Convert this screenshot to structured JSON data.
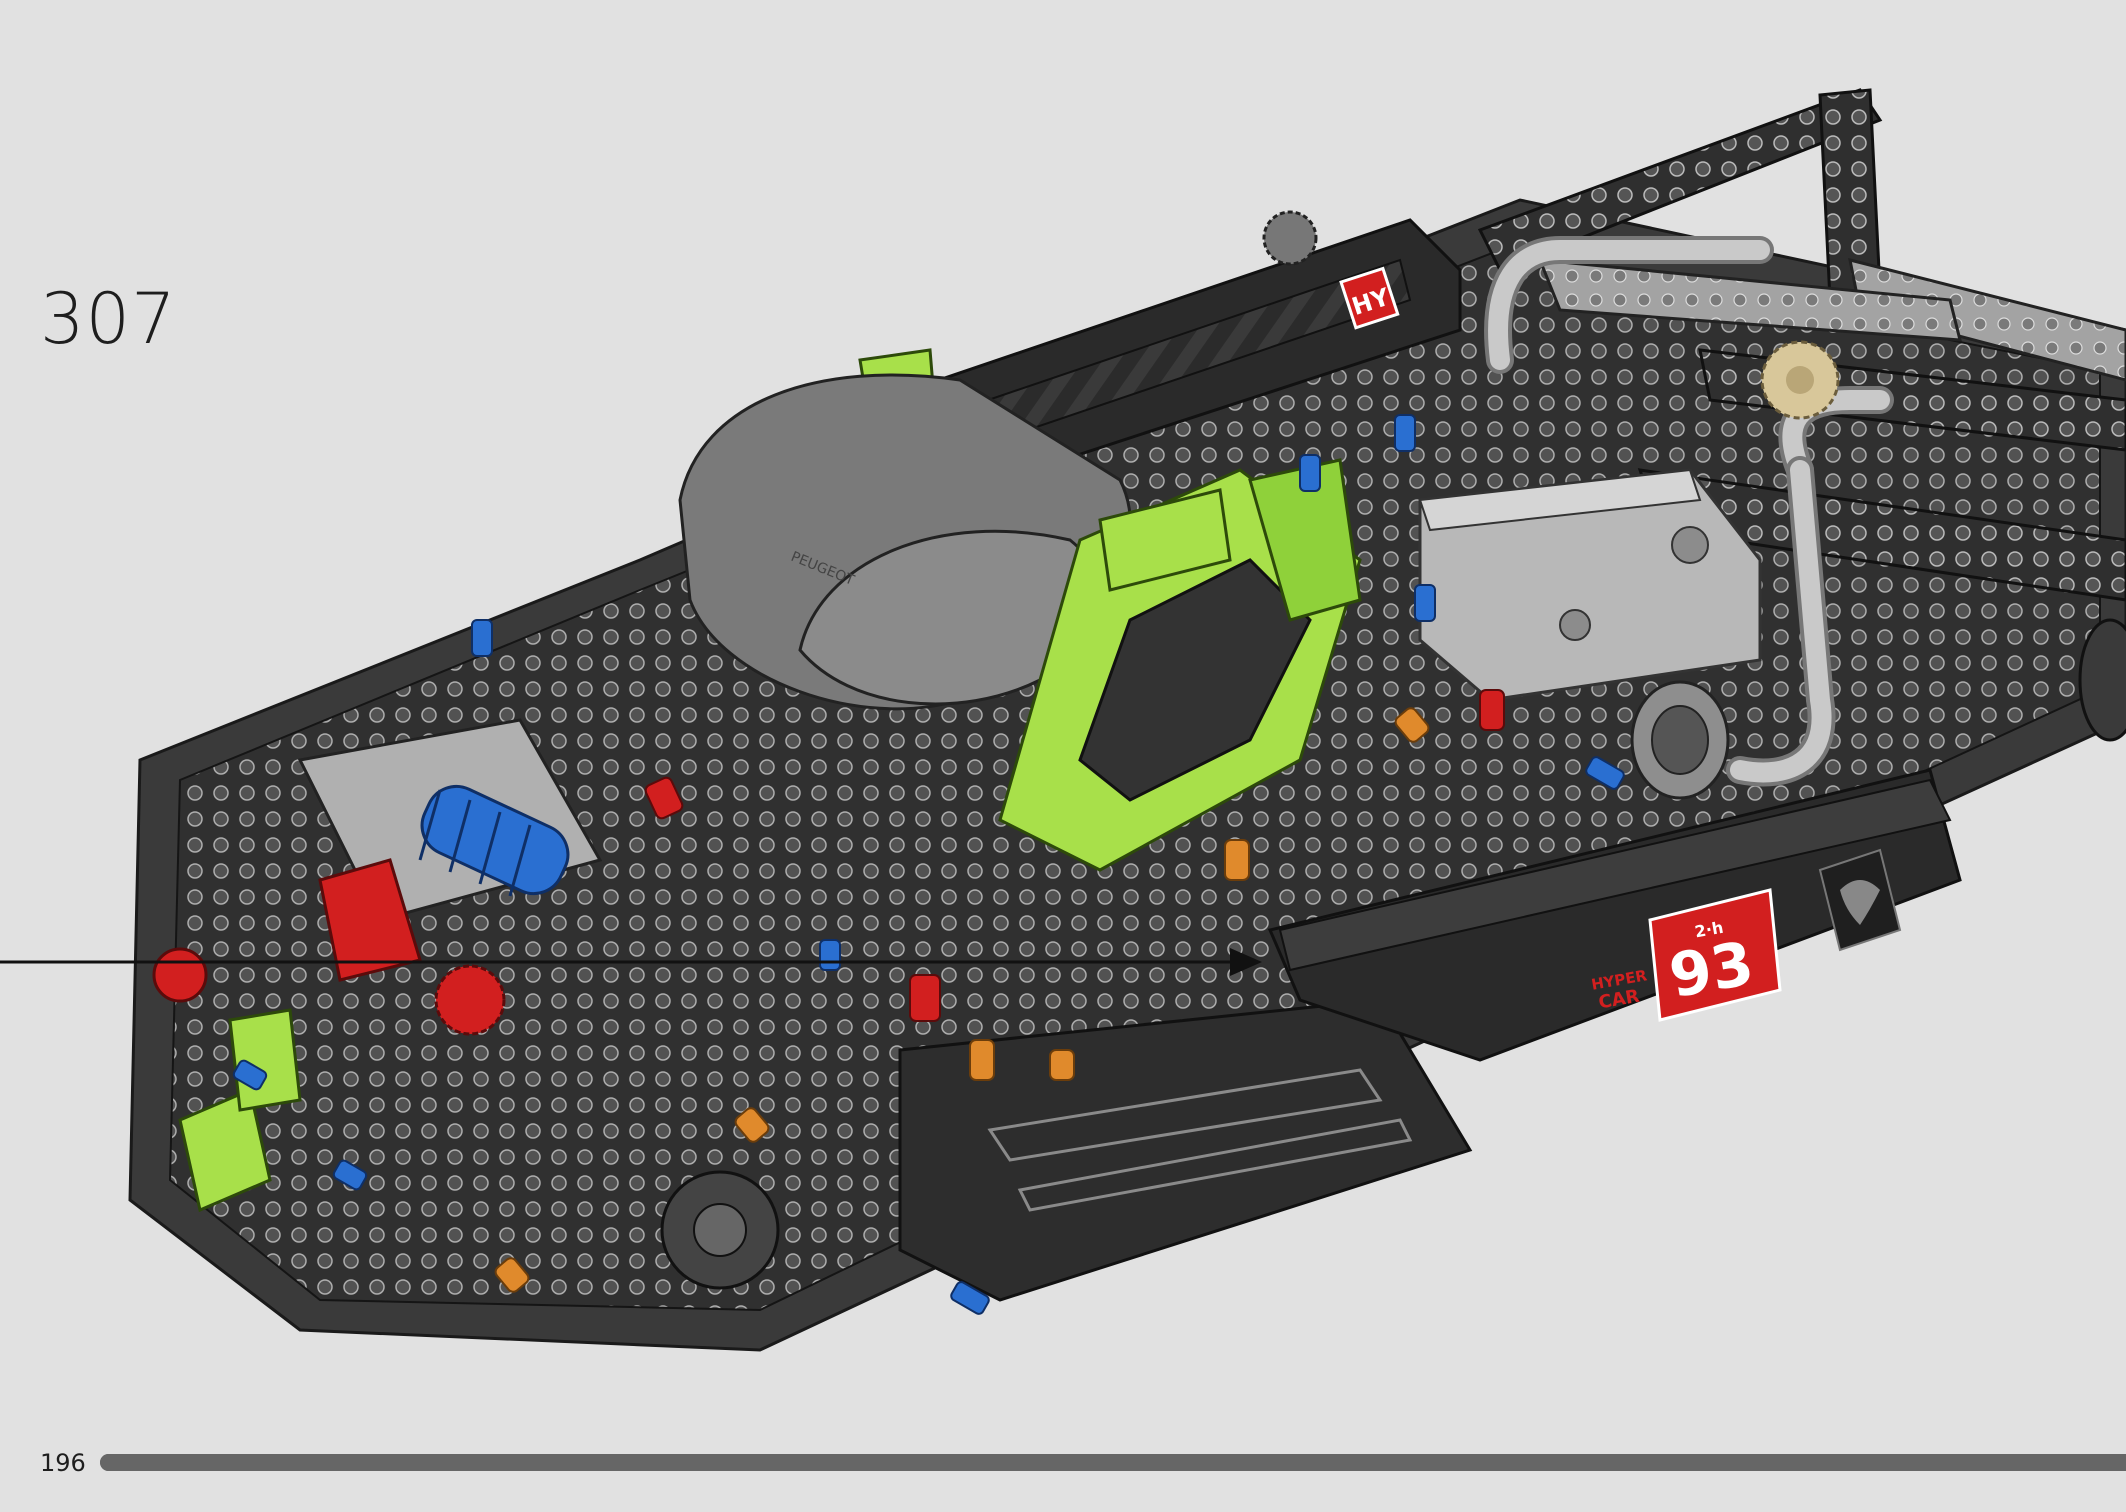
{
  "step": {
    "number": "307"
  },
  "page": {
    "number": "196"
  },
  "progress": {
    "fraction": 1.0
  },
  "model": {
    "body_badge": "HY",
    "race_number": "93",
    "class_label_top": "HYPER",
    "class_label_bottom": "CAR",
    "event_mark": "2·h",
    "brand": "PEUGEOT"
  },
  "colors": {
    "background": "#e1e1e1",
    "frame_dark": "#2d2d2d",
    "frame_light": "#9a9a9a",
    "lime": "#a8e04a",
    "blue": "#2a6fd1",
    "red": "#d21f1f",
    "orange": "#e08a2c",
    "tan": "#d8c79a"
  }
}
